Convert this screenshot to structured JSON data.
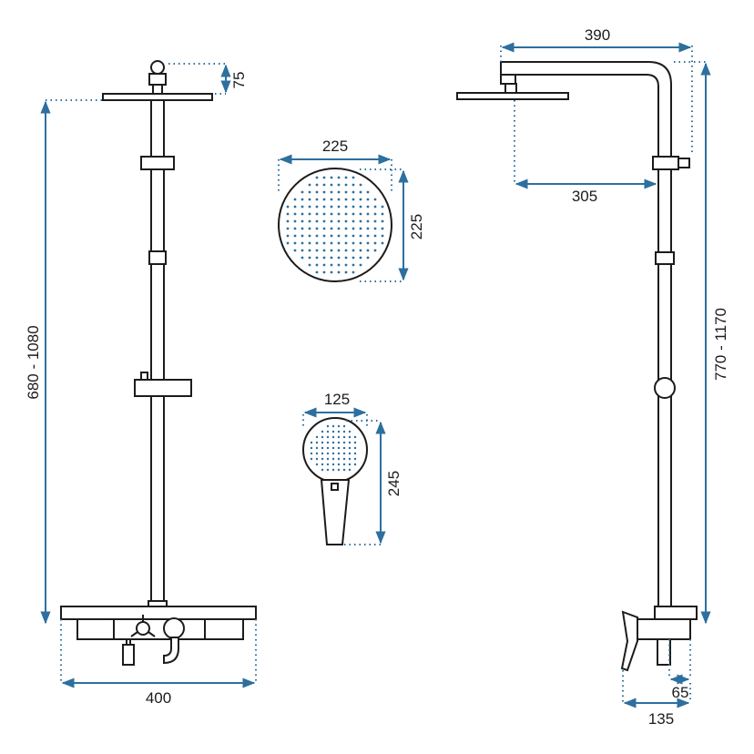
{
  "colors": {
    "line": "#1c1c1c",
    "dimension": "#2d6f9f"
  },
  "dimensions": {
    "shower_head_height": "75",
    "height_range_front": "680 - 1080",
    "mixer_width": "400",
    "head_diameter_width": "225",
    "head_diameter_height": "225",
    "hand_shower_width": "125",
    "hand_shower_length": "245",
    "arm_length": "390",
    "arm_reach": "305",
    "height_range_side": "770  -  1170",
    "wall_offset_small": "65",
    "wall_offset_large": "135"
  }
}
